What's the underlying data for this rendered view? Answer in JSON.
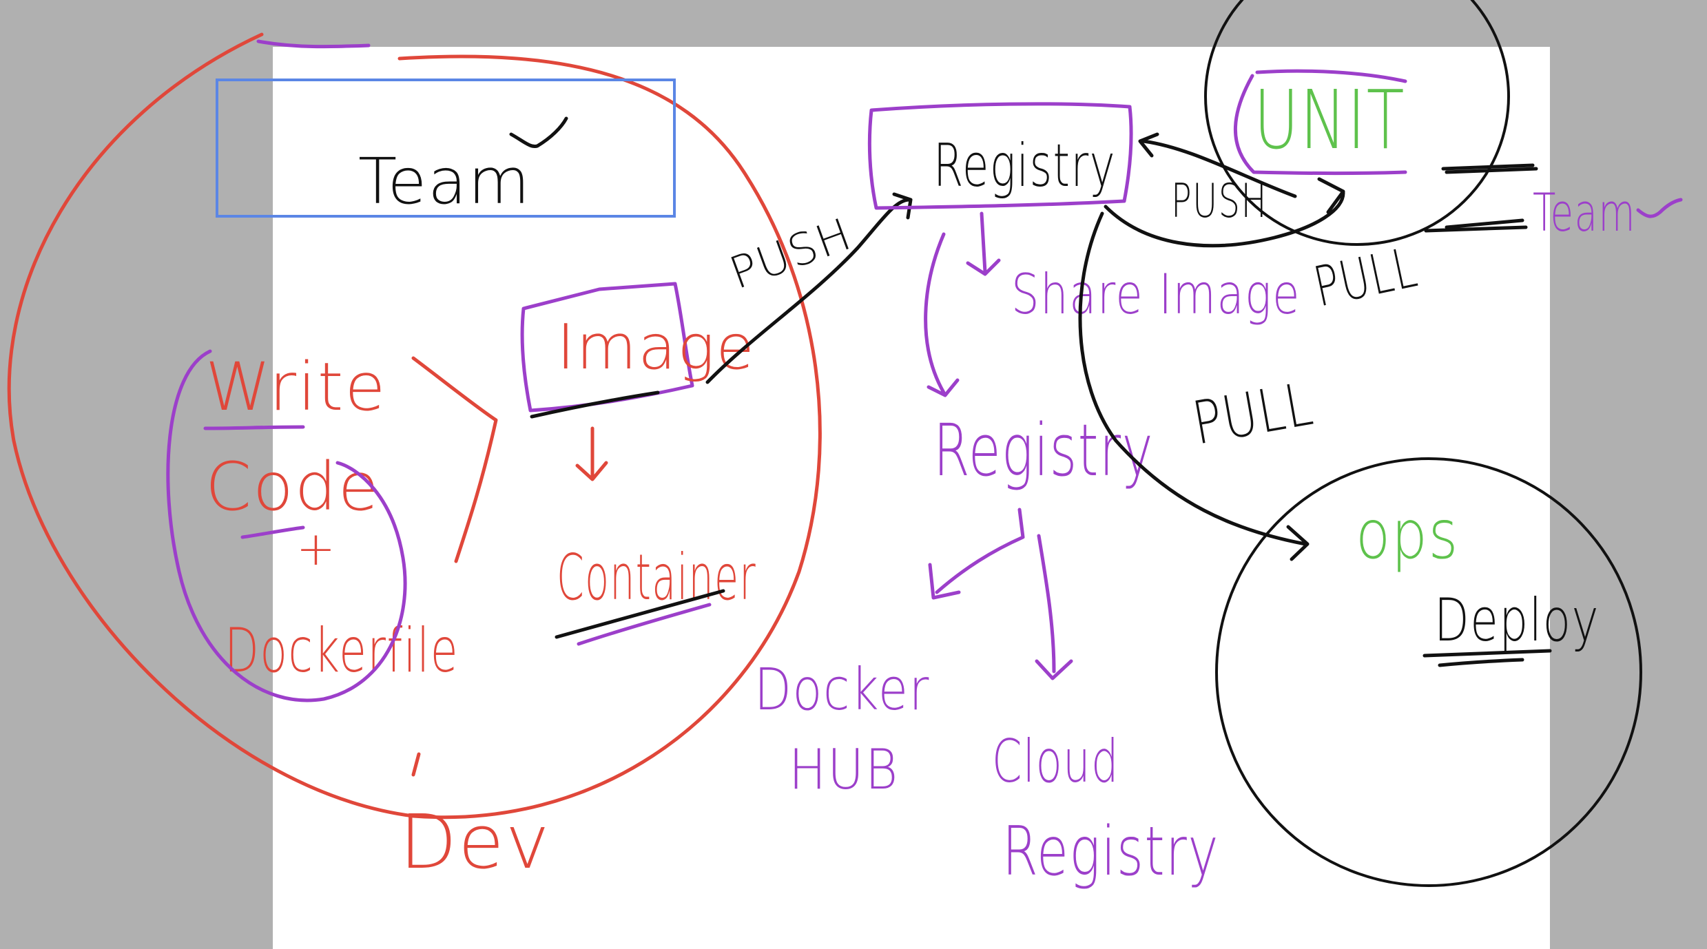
{
  "colors": {
    "red": "#e0473a",
    "purple": "#9c3fca",
    "black": "#111111",
    "green": "#5ec24c",
    "blue": "#5b86e5",
    "gray_margin": "#b0b0b0",
    "page": "#ffffff"
  },
  "dev": {
    "team_box_label": "Team",
    "write_code": "Write",
    "code": "Code",
    "plus": "+",
    "dockerfile": "Dockerfile",
    "image": "Image",
    "container": "Container",
    "label": "Dev"
  },
  "flow": {
    "push_to_registry": "PUSH",
    "registry": "Registry",
    "share_image": "Share Image",
    "push_from_unit": "PUSH",
    "pull_1": "PULL",
    "pull_2": "PULL"
  },
  "registry_types": {
    "heading": "Registry",
    "docker_hub_1": "Docker",
    "docker_hub_2": "HUB",
    "cloud_1": "Cloud",
    "cloud_2": "Registry"
  },
  "unit": {
    "label": "UNIT",
    "team": "Team"
  },
  "ops": {
    "label": "ops",
    "deploy": "Deploy"
  }
}
